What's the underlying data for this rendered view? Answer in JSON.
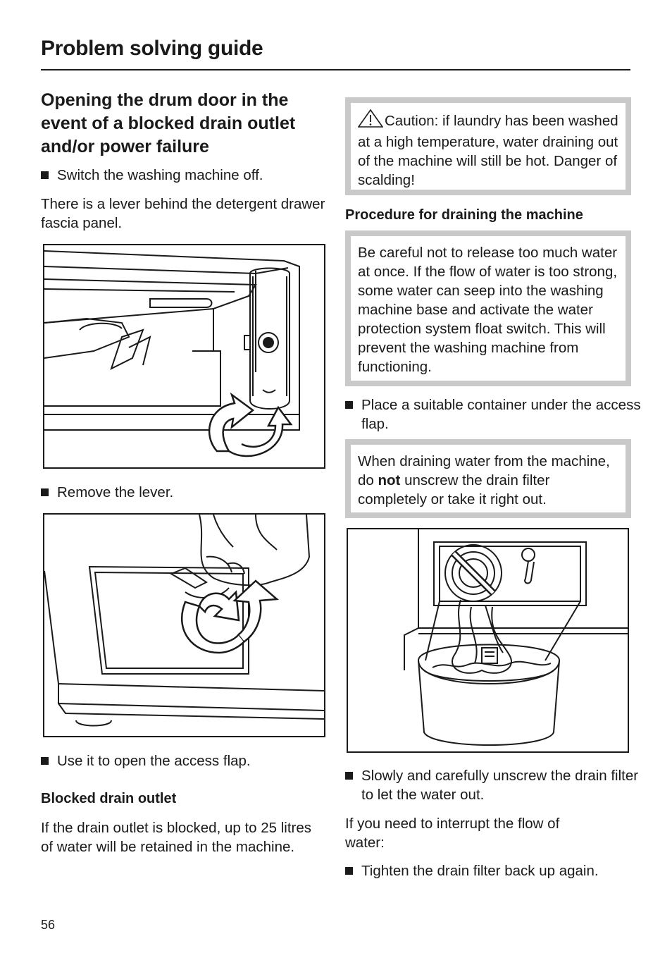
{
  "header": {
    "title": "Problem solving guide"
  },
  "left": {
    "section_title": "Opening the drum door in the event of a blocked drain outlet and/or power failure",
    "step1": "Switch the washing machine off.",
    "lever_text": "There is a lever behind the detergent drawer fascia panel.",
    "step2": "Remove the lever.",
    "step3": "Use it to open the access flap.",
    "blocked_heading": "Blocked drain outlet",
    "blocked_text": "If the drain outlet is blocked, up to 25 litres of water will be retained in the machine."
  },
  "right": {
    "caution_text": "Caution: if laundry has been washed at a high temperature, water draining out of the machine will still be hot. Danger of scalding!",
    "procedure_heading": "Procedure for draining the machine",
    "careful_text": "Be careful not to release too much water at once. If the flow of water is too strong, some water can seep into the washing machine base and activate the water protection system float switch. This will prevent the washing machine from functioning.",
    "step_container": "Place a suitable container under the access flap.",
    "note_pre": "When draining water from the machine, do ",
    "note_bold": "not",
    "note_post": " unscrew the drain filter completely or take it right out.",
    "step_unscrew": "Slowly and carefully unscrew the drain filter to let the water out.",
    "interrupt_text": "If you need to interrupt the flow of water:",
    "step_tighten": "Tighten the drain filter back up again."
  },
  "footer": {
    "page_number": "56"
  }
}
